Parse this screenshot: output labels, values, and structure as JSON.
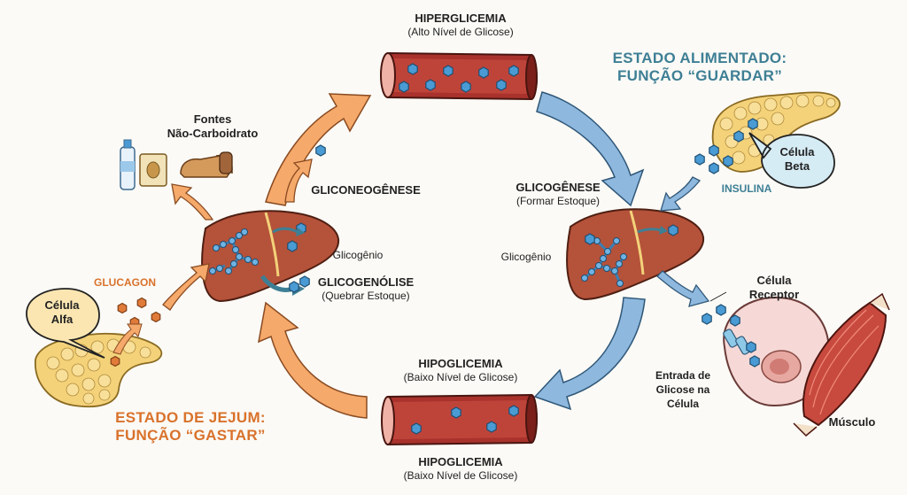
{
  "top": {
    "title": "HIPERGLICEMIA",
    "subtitle": "(Alto Nível de Glicose)"
  },
  "bottom_mid": {
    "title": "HIPOGLICEMIA",
    "subtitle": "(Baixo Nível de Glicose)"
  },
  "bottom": {
    "title": "HIPOGLICEMIA",
    "subtitle": "(Baixo Nível de Glicose)"
  },
  "fed_state": {
    "line1": "ESTADO ALIMENTADO:",
    "line2": "FUNÇÃO “GUARDAR”"
  },
  "fasting_state": {
    "line1": "ESTADO DE JEJUM:",
    "line2": "FUNÇÃO “GASTAR”"
  },
  "left": {
    "sources_line1": "Fontes",
    "sources_line2": "Não-Carboidrato",
    "gluconeogenesis": "GLICONEOGÊNESE",
    "glycogen": "Glicogênio",
    "glycogenolysis": "GLICOGENÓLISE",
    "glycogenolysis_sub": "(Quebrar Estoque)",
    "glucagon": "GLUCAGON",
    "alpha_cell_line1": "Célula",
    "alpha_cell_line2": "Alfa"
  },
  "right": {
    "glycogenesis": "GLICOGÊNESE",
    "glycogenesis_sub": "(Formar Estoque)",
    "glycogen": "Glicogênio",
    "insulin": "INSULINA",
    "beta_cell_line1": "Célula",
    "beta_cell_line2": "Beta",
    "receptor_line1": "Célula",
    "receptor_line2": "Receptor",
    "entry_line1": "Entrada de",
    "entry_line2": "Glicose na",
    "entry_line3": "Célula",
    "muscle": "Músculo"
  },
  "colors": {
    "orange_arrow": "#f5a96a",
    "blue_arrow": "#8fb8de",
    "liver": "#b5523a",
    "vessel": "#a9322c",
    "glucose": "#4a9bd4",
    "pancreas": "#f3d27a",
    "glucagon_hex": "#e07b39",
    "fasting_text": "#d9722c",
    "fed_text": "#3e7f95"
  }
}
